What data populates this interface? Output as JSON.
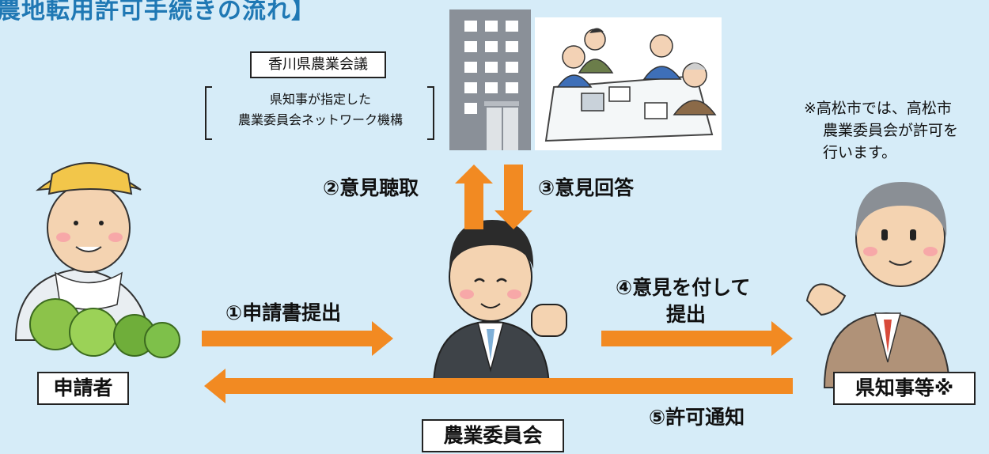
{
  "title": "農地転用許可手続きの流れ】",
  "org": {
    "name": "香川県農業会議",
    "sub_line1": "県知事が指定した",
    "sub_line2": "農業委員会ネットワーク機構"
  },
  "steps": {
    "s1": "①申請書提出",
    "s2": "②意見聴取",
    "s3": "③意見回答",
    "s4_line1": "④意見を付して",
    "s4_line2": "提出",
    "s5": "⑤許可通知"
  },
  "actors": {
    "applicant": "申請者",
    "committee": "農業委員会",
    "governor": "県知事等※"
  },
  "note": {
    "line1": "※高松市では、高松市",
    "line2": "農業委員会が許可を",
    "line3": "行います。"
  },
  "colors": {
    "background": "#d6ecf8",
    "arrow": "#f28a22",
    "title": "#1f78b4"
  }
}
